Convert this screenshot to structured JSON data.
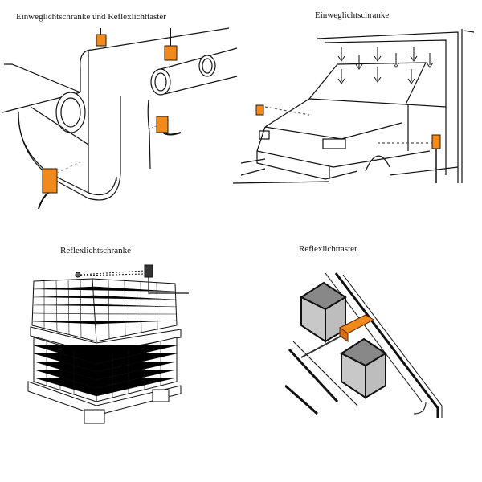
{
  "colors": {
    "sensor_orange": "#f08a1c",
    "sensor_dark": "#2a1a0a",
    "line": "#111111",
    "box_gray": "#c8c8c8"
  },
  "panels": [
    {
      "id": "web",
      "caption": "Einweglichtschranke und Reflexlichttaster",
      "scene": "paper web over rollers with four sensors"
    },
    {
      "id": "car",
      "caption": "Einweglichtschranke",
      "scene": "car entering wash tunnel with through-beam sensor pair"
    },
    {
      "id": "pallet",
      "caption": "Reflexlichtschranke",
      "scene": "stacked pallet with retro-reflective sensor and reflector"
    },
    {
      "id": "boxes",
      "caption": "Reflexlichttaster",
      "scene": "boxes on conveyor detected by diffuse sensor"
    }
  ]
}
